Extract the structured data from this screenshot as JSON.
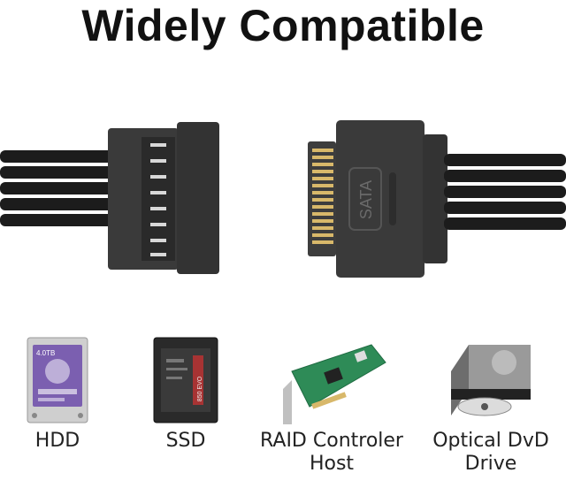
{
  "title": "Widely Compatible",
  "connector": {
    "label": "SATA"
  },
  "devices": [
    {
      "name": "hdd",
      "label": "HDD",
      "icon": "hdd-icon",
      "sticker": "4.0TB"
    },
    {
      "name": "ssd",
      "label": "SSD",
      "icon": "ssd-icon",
      "sticker": "850 EVO"
    },
    {
      "name": "raid",
      "label": "RAID Controler Host",
      "icon": "raid-card-icon"
    },
    {
      "name": "optical",
      "label": "Optical DvD Drive",
      "icon": "optical-drive-icon"
    }
  ],
  "colors": {
    "connector": "#3a3a3a",
    "cable": "#1c1c1c",
    "pins": "#d8b86a",
    "hdd_label": "#7b5fb0",
    "pcb": "#2e8b57",
    "bracket": "#c0c0c0"
  }
}
